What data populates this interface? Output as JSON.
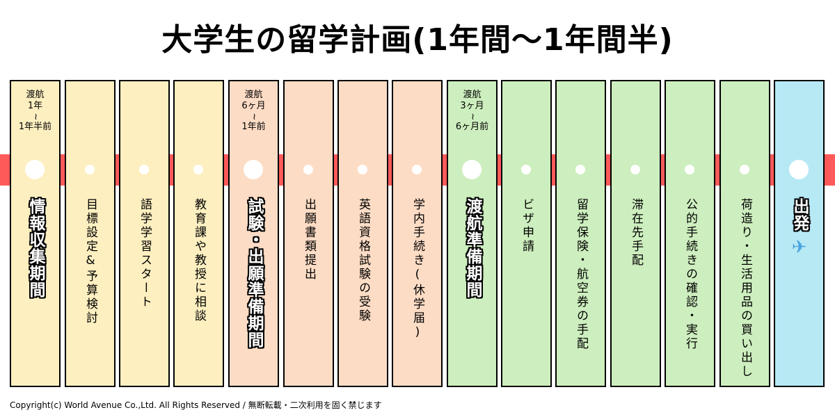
{
  "title": "大学生の留学計画(1年間〜1年間半)",
  "phases": [
    {
      "top_lines": [
        "渡航",
        "1年",
        "~",
        "1年半前"
      ]
    },
    {
      "top_lines": [
        "渡航",
        "6ヶ月",
        "~",
        "1年前"
      ]
    },
    {
      "top_lines": [
        "渡航",
        "3ヶ月",
        "~",
        "6ヶ月前"
      ]
    }
  ],
  "columns": [
    {
      "label": "情報収集期間",
      "kind": "major",
      "color": "yellow"
    },
    {
      "label": "目標設定&予算検討",
      "kind": "minor",
      "color": "yellow"
    },
    {
      "label": "語学学習スタート",
      "kind": "minor",
      "color": "yellow"
    },
    {
      "label": "教育課や教授に相談",
      "kind": "minor",
      "color": "yellow"
    },
    {
      "label": "試験・出願準備期間",
      "kind": "major",
      "color": "peach"
    },
    {
      "label": "出願書類提出",
      "kind": "minor",
      "color": "peach"
    },
    {
      "label": "英語資格試験の受験",
      "kind": "minor",
      "color": "peach"
    },
    {
      "label": "学内手続き(休学届)",
      "kind": "minor",
      "color": "peach"
    },
    {
      "label": "渡航準備期間",
      "kind": "major",
      "color": "green"
    },
    {
      "label": "ビザ申請",
      "kind": "minor",
      "color": "green"
    },
    {
      "label": "留学保険・航空券の手配",
      "kind": "minor",
      "color": "green"
    },
    {
      "label": "滞在先手配",
      "kind": "minor",
      "color": "green"
    },
    {
      "label": "公的手続きの確認・実行",
      "kind": "minor",
      "color": "green"
    },
    {
      "label": "荷造り・生活用品の買い出し",
      "kind": "minor",
      "color": "green"
    },
    {
      "label": "出発",
      "kind": "major",
      "color": "blue",
      "icon": "airplane-icon"
    }
  ],
  "colors": {
    "yellow": "#fdefc0",
    "peach": "#fddcc5",
    "green": "#cdeebe",
    "blue": "#b7e9f5",
    "timeline_band": "#ff5a5a"
  },
  "footer": "Copyright(c) World Avenue Co.,Ltd. All Rights Reserved / 無断転載・二次利用を固く禁じます"
}
